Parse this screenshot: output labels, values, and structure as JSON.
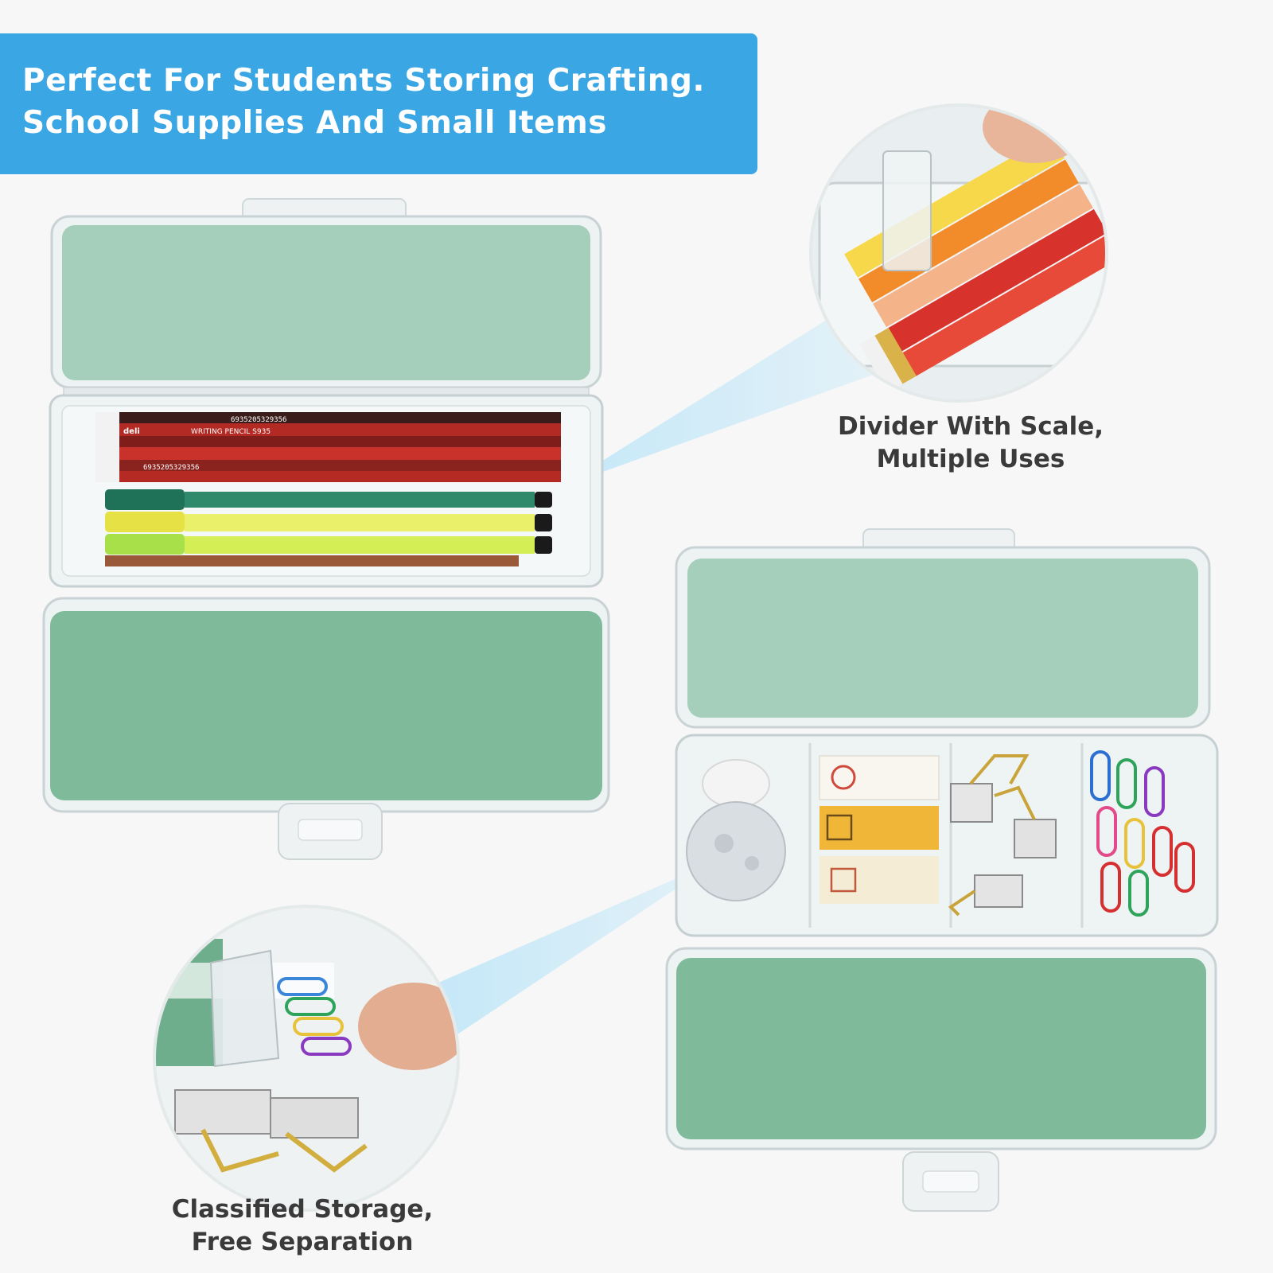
{
  "banner": {
    "line1": "Perfect For Students Storing Crafting.",
    "line2": "School Supplies And Small Items",
    "color": "#3aa6e3"
  },
  "callouts": [
    {
      "line1": "Divider With Scale,",
      "line2": "Multiple Uses"
    },
    {
      "line1": "Classified Storage,",
      "line2": "Free Separation"
    }
  ],
  "colors": {
    "lid_light": "#a5cfba",
    "lid_dark": "#7fbb9a",
    "clear_plastic": "#ecf1f2",
    "beam": "#bfe6f8"
  },
  "items": {
    "pencil_brand": "deli",
    "pencil_label": "WRITING PENCIL S935",
    "pencil_barcode": "6935205329356"
  }
}
